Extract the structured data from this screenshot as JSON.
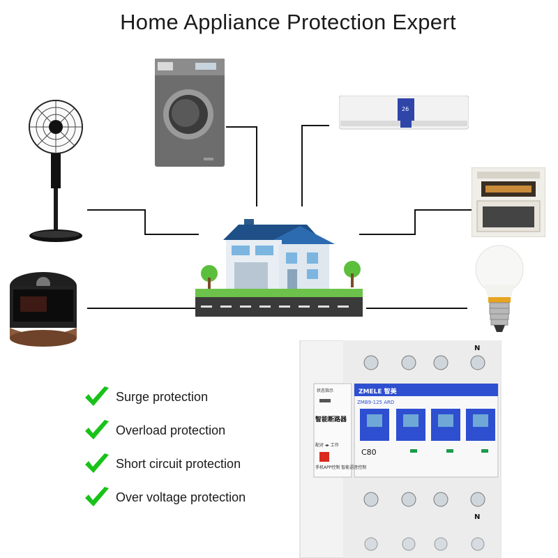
{
  "title": "Home Appliance Protection Expert",
  "features": [
    "Surge protection",
    "Overload protection",
    "Short circuit protection",
    "Over voltage protection"
  ],
  "appliances": [
    "electric-fan",
    "washing-machine",
    "air-conditioner",
    "oven",
    "rice-cooker",
    "light-bulb"
  ],
  "device": {
    "brand": "ZMELE 智美",
    "model": "ZMB9-125 ARD",
    "name": "智能断路器",
    "status": "状态指示",
    "pair": "配对 ◂▸ 工作",
    "control": "手机APP控制\n智能语音控制",
    "rating": "C80",
    "terminal_top": "N",
    "terminal_bottom": "N"
  },
  "colors": {
    "accent_green": "#19c219",
    "breaker_blue": "#2d4fd0",
    "lines": "#111111"
  }
}
